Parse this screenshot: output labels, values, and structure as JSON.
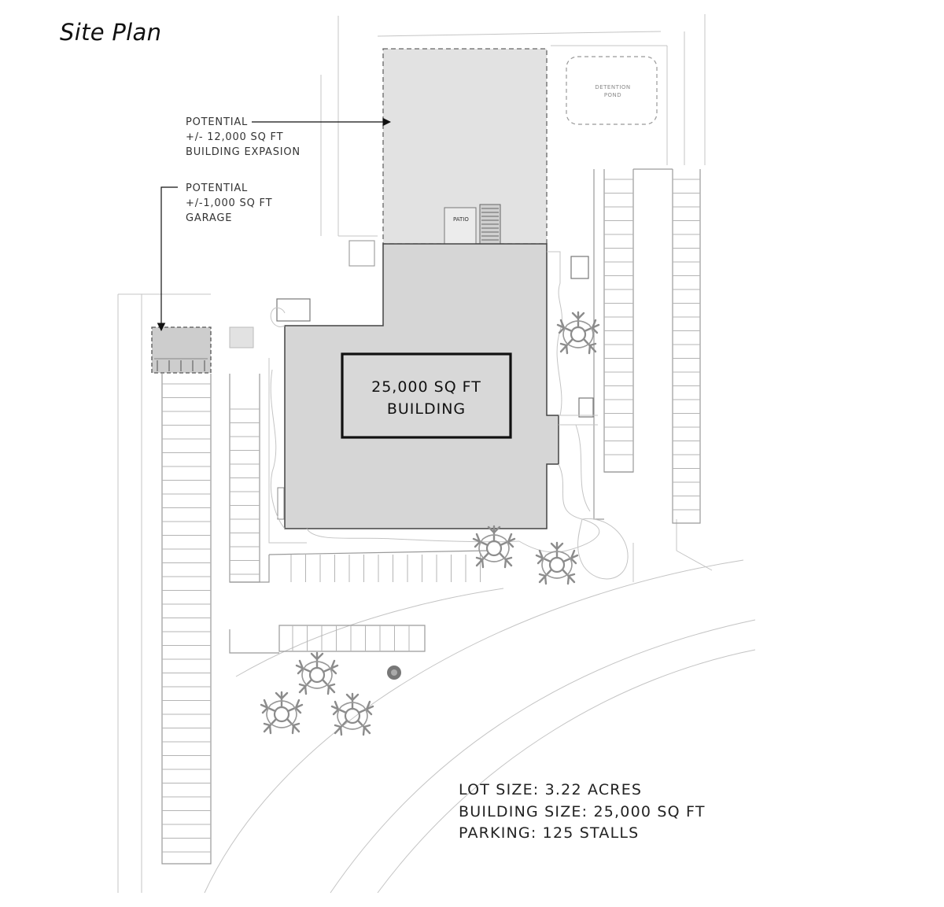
{
  "title": "Site Plan",
  "labels": {
    "expansion": [
      "POTENTIAL",
      "+/- 12,000 SQ FT",
      "BUILDING EXPASION"
    ],
    "garage": [
      "POTENTIAL",
      "+/-1,000 SQ FT",
      "GARAGE"
    ],
    "pond": [
      "DETENTION",
      "POND"
    ],
    "patio": "PATIO",
    "building": [
      "25,000 SQ FT",
      "BUILDING"
    ]
  },
  "stats": [
    "LOT SIZE: 3.22 ACRES",
    "BUILDING SIZE: 25,000 SQ FT",
    "PARKING: 125 STALLS"
  ],
  "colors": {
    "building_fill": "#d6d6d6",
    "expansion_fill": "#e2e2e2",
    "garage_fill": "#cdcdcd",
    "line": "#c4c4c4",
    "dark": "#111111"
  }
}
